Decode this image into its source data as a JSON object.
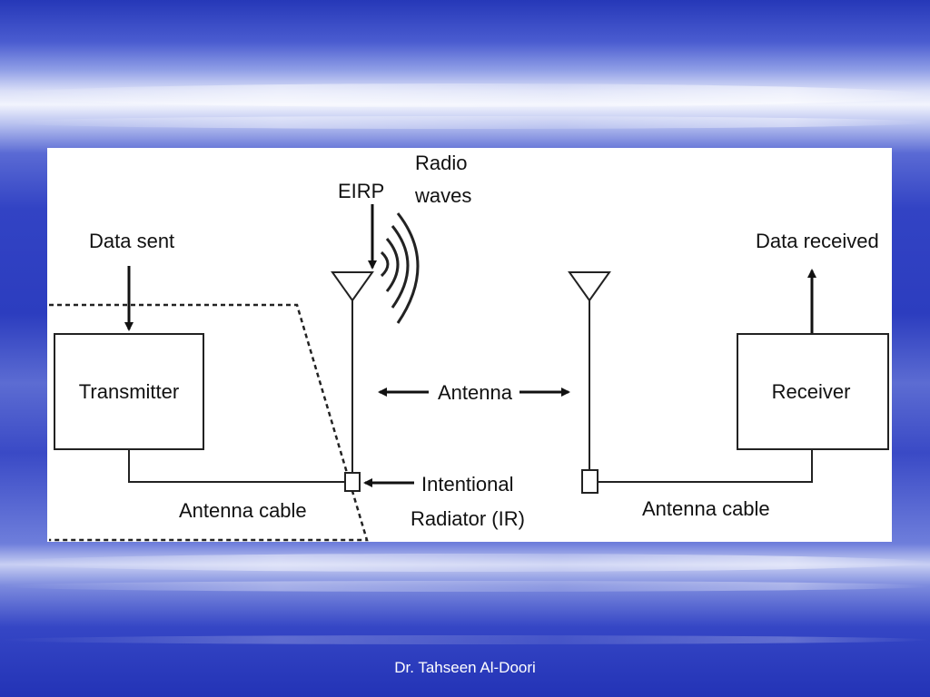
{
  "slide": {
    "footer": "Dr. Tahseen Al-Doori"
  },
  "diagram": {
    "labels": {
      "data_sent": "Data sent",
      "data_received": "Data received",
      "eirp": "EIRP",
      "radio_line1": "Radio",
      "radio_line2": "waves",
      "transmitter": "Transmitter",
      "receiver": "Receiver",
      "antenna": "Antenna",
      "antenna_cable_left": "Antenna cable",
      "antenna_cable_right": "Antenna cable",
      "ir_line1": "Intentional",
      "ir_line2": "Radiator (IR)"
    }
  },
  "colors": {
    "background": "#2f3fc0",
    "panel": "#ffffff",
    "ink": "#111111",
    "footer_text": "#ffffff"
  }
}
